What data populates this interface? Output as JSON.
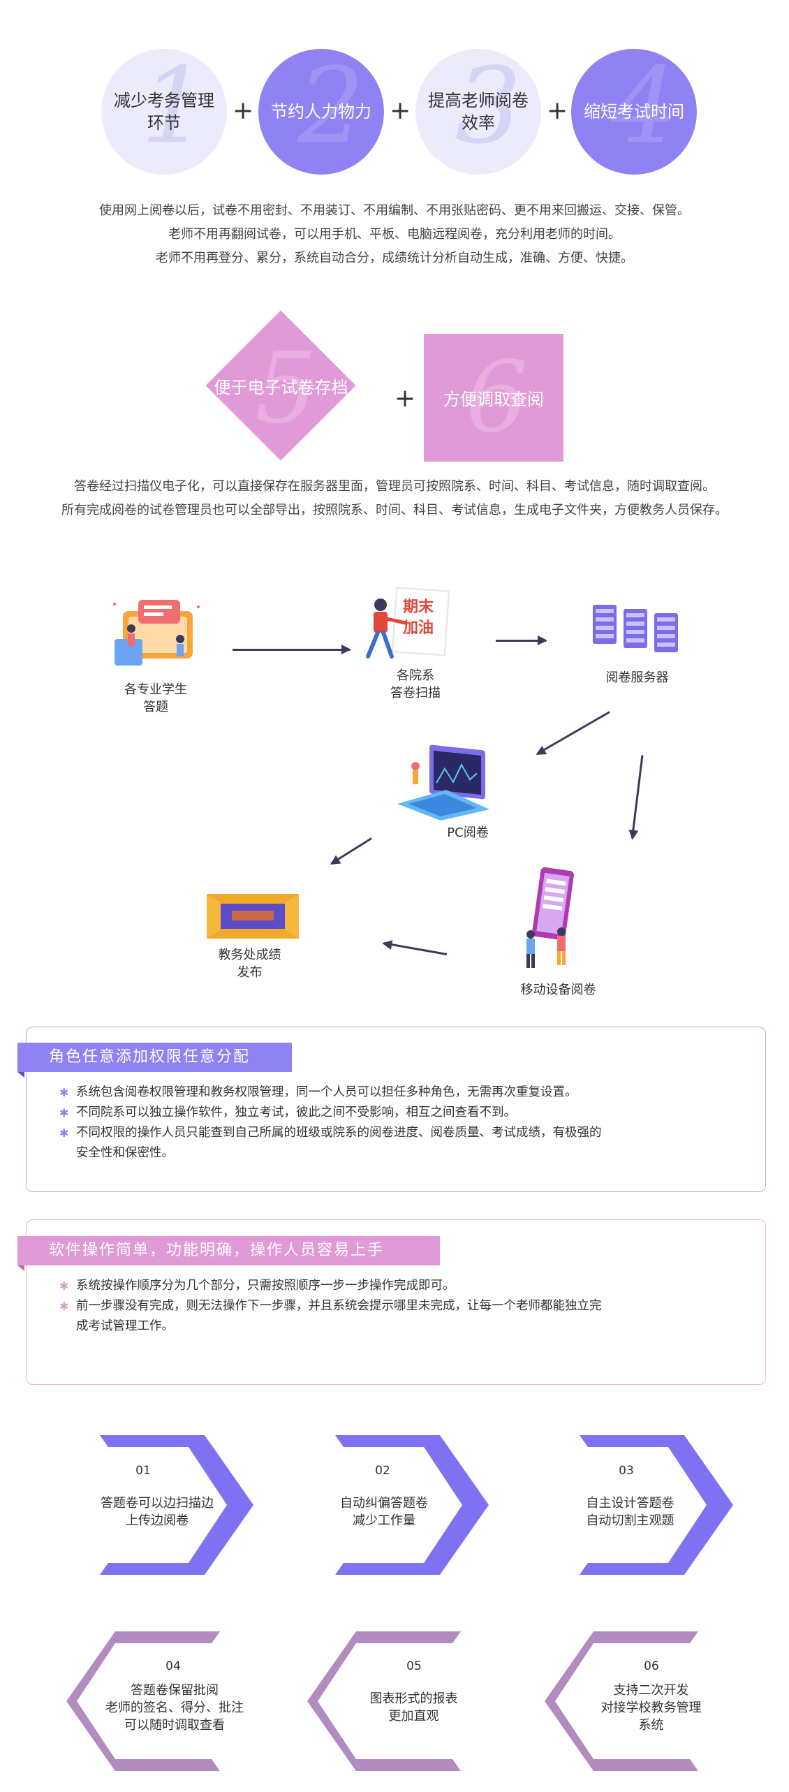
{
  "benefits_row1": {
    "items": [
      {
        "number": "1",
        "text": "减少考务管理环节",
        "line1": "减少考务管理",
        "line2": "环节"
      },
      {
        "number": "2",
        "text": "节约人力物力"
      },
      {
        "number": "3",
        "text": "提高老师阅卷效率",
        "line1": "提高老师阅卷",
        "line2": "效率"
      },
      {
        "number": "4",
        "text": "缩短考试时间"
      }
    ],
    "plus": "+",
    "paragraph": [
      "使用网上阅卷以后，试卷不用密封、不用装订、不用编制、不用张贴密码、更不用来回搬运、交接、保管。",
      "老师不用再翻阅试卷，可以用手机、平板、电脑远程阅卷，充分利用老师的时间。",
      "老师不用再登分、累分，系统自动合分，成绩统计分析自动生成，准确、方便、快捷。"
    ]
  },
  "benefits_row2": {
    "items": [
      {
        "number": "5",
        "text": "便于电子试卷存档"
      },
      {
        "number": "6",
        "text": "方便调取查阅"
      }
    ],
    "plus": "+",
    "paragraph": [
      "答卷经过扫描仪电子化，可以直接保存在服务器里面，管理员可按照院系、时间、科目、考试信息，随时调取查阅。",
      "所有完成阅卷的试卷管理员也可以全部导出，按照院系、时间、科目、考试信息，生成电子文件夹，方便教务人员保存。"
    ]
  },
  "flow": {
    "students": {
      "line1": "各专业学生",
      "line2": "答题"
    },
    "scan": {
      "line1": "各院系",
      "line2": "答卷扫描",
      "poster": "期末加油"
    },
    "server": {
      "label": "阅卷服务器"
    },
    "pc": {
      "label": "PC阅卷"
    },
    "publish": {
      "line1": "教务处成绩",
      "line2": "发布"
    },
    "mobile": {
      "label": "移动设备阅卷"
    }
  },
  "permissions": {
    "title": "角色任意添加权限任意分配",
    "bullets": [
      "系统包含阅卷权限管理和教务权限管理，同一个人员可以担任多种角色，无需再次重复设置。",
      "不同院系可以独立操作软件，独立考试，彼此之间不受影响，相互之间查看不到。",
      "不同权限的操作人员只能查到自己所属的班级或院系的阅卷进度、阅卷质量、考试成绩，有极强的安全性和保密性。"
    ],
    "bullet3_line1": "不同权限的操作人员只能查到自己所属的班级或院系的阅卷进度、阅卷质量、考试成绩，有极强的",
    "bullet3_line2": "安全性和保密性。"
  },
  "usability": {
    "title": "软件操作简单，功能明确，操作人员容易上手",
    "bullets": [
      "系统按操作顺序分为几个部分，只需按照顺序一步一步操作完成即可。",
      "前一步骤没有完成，则无法操作下一步骤，并且系统会提示哪里未完成，让每一个老师都能独立完成考试管理工作。"
    ],
    "bullet2_line1": "前一步骤没有完成，则无法操作下一步骤，并且系统会提示哪里未完成，让每一个老师都能独立完",
    "bullet2_line2": "成考试管理工作。"
  },
  "features": [
    {
      "number": "01",
      "lines": [
        "答题卷可以边扫描边",
        "上传边阅卷"
      ]
    },
    {
      "number": "02",
      "lines": [
        "自动纠偏答题卷",
        "减少工作量"
      ]
    },
    {
      "number": "03",
      "lines": [
        "自主设计答题卷",
        "自动切割主观题"
      ]
    },
    {
      "number": "04",
      "lines": [
        "答题卷保留批阅",
        "老师的签名、得分、批注",
        "可以随时调取查看"
      ]
    },
    {
      "number": "05",
      "lines": [
        "图表形式的报表",
        "更加直观"
      ]
    },
    {
      "number": "06",
      "lines": [
        "支持二次开发",
        "对接学校教务管理",
        "系统"
      ]
    }
  ],
  "colors": {
    "purple_light": "#ecebfb",
    "purple_dark": "#8f82f3",
    "pink": "#e19ad8",
    "chevron_blue": "#7f72f2",
    "chevron_mauve": "#b28cc0",
    "box_border_purple": "#b4aee9",
    "box_border_pink": "#e7b9df"
  }
}
